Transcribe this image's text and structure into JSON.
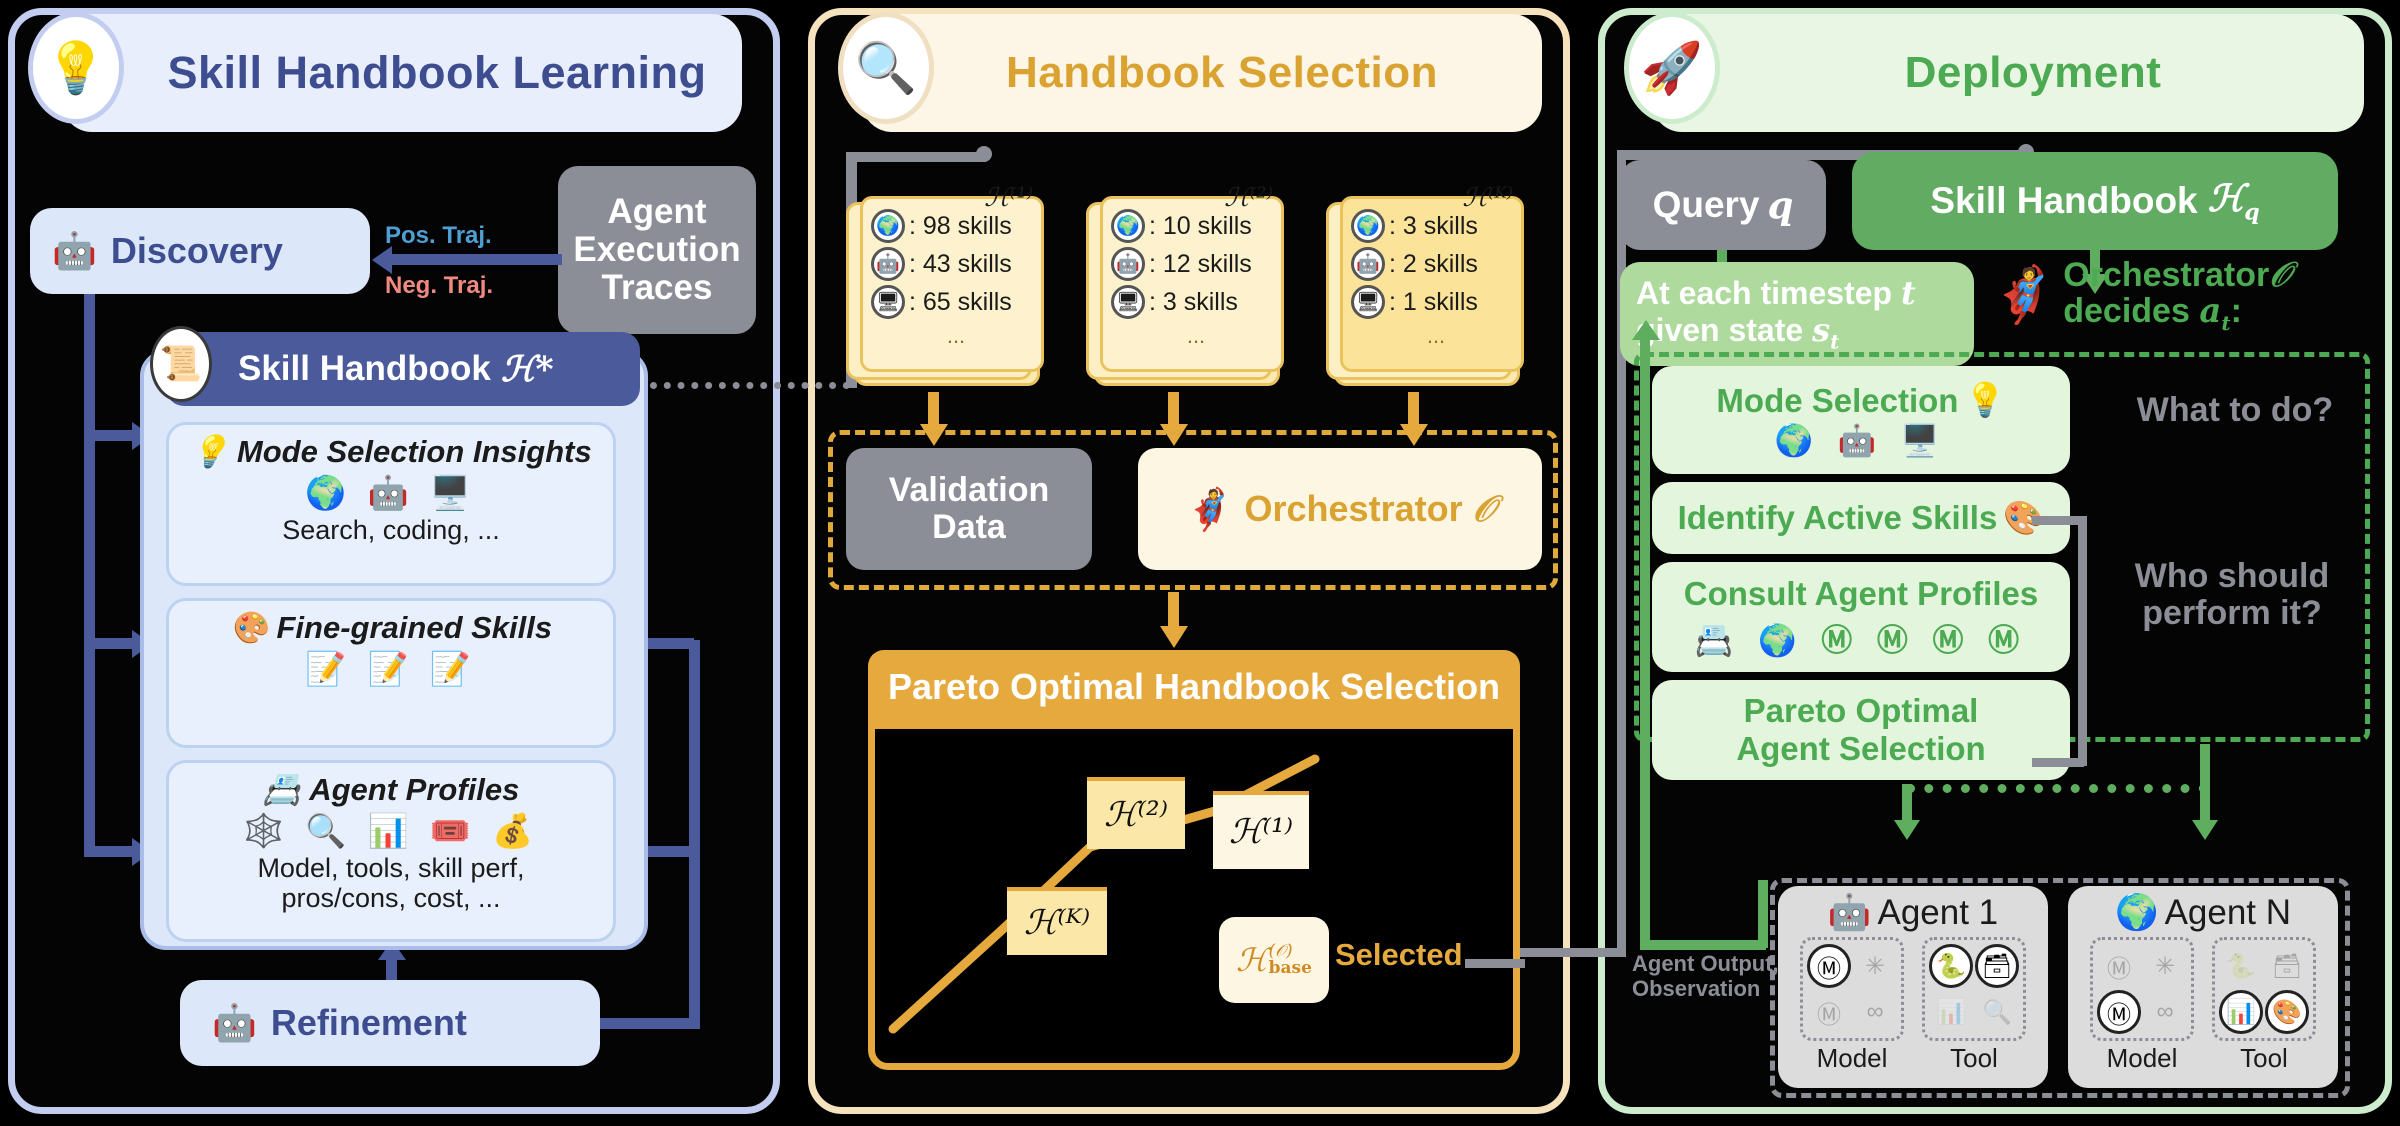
{
  "panels": {
    "learning": {
      "title": "Skill Handbook Learning",
      "badge_icon": "lightbulb-book-icon",
      "accent": "#3d4d8f"
    },
    "selection": {
      "title": "Handbook Selection",
      "badge_icon": "handbook-search-icon",
      "accent": "#d9a231"
    },
    "deployment": {
      "title": "Deployment",
      "badge_icon": "rocket-icon",
      "accent": "#4caa52"
    }
  },
  "learning": {
    "discovery": {
      "label": "Discovery",
      "icon": "robot-icon"
    },
    "refinement": {
      "label": "Refinement",
      "icon": "robot-icon"
    },
    "traces": {
      "label": "Agent\nExecution\nTraces"
    },
    "traj_pos": "Pos. Traj.",
    "traj_neg": "Neg. Traj.",
    "traj_pos_color": "#4e9fd4",
    "traj_neg_color": "#f08a80",
    "handbook": {
      "title": "Skill Handbook",
      "symbol": "ℋ*",
      "badge_icon": "notebook-icon",
      "sections": [
        {
          "title": "Mode Selection Insights",
          "title_icon": "lightbulb-icon",
          "icons": "🌍 🤖 🖥️",
          "caption": "Search, coding, ..."
        },
        {
          "title": "Fine-grained Skills",
          "title_icon": "skills-palette-icon",
          "icons": "📝 📝 📝",
          "caption": ""
        },
        {
          "title": "Agent Profiles",
          "title_icon": "profile-card-icon",
          "icons": "🕸️ 🔍 📊 🎟️ 💰",
          "caption": "Model, tools, skill perf,\npros/cons, cost, ..."
        }
      ]
    }
  },
  "selection": {
    "handbook_stacks": [
      {
        "superscript": "ℋ⁽¹⁾",
        "lines": [
          {
            "icon": "globe-icon",
            "text": ": 98 skills"
          },
          {
            "icon": "robot-icon",
            "text": ": 43 skills"
          },
          {
            "icon": "terminal-icon",
            "text": ": 65 skills"
          }
        ],
        "more": "..."
      },
      {
        "superscript": "ℋ⁽²⁾",
        "lines": [
          {
            "icon": "globe-icon",
            "text": ": 10 skills"
          },
          {
            "icon": "robot-icon",
            "text": ": 12 skills"
          },
          {
            "icon": "terminal-icon",
            "text": ": 3 skills"
          }
        ],
        "more": "..."
      },
      {
        "superscript": "ℋ⁽ᴷ⁾",
        "lines": [
          {
            "icon": "globe-icon",
            "text": ": 3 skills"
          },
          {
            "icon": "robot-icon",
            "text": ": 2 skills"
          },
          {
            "icon": "terminal-icon",
            "text": ": 1 skills"
          }
        ],
        "more": "..."
      }
    ],
    "validation_data": "Validation\nData",
    "orchestrator": {
      "label": "Orchestrator",
      "symbol": "𝒪",
      "icon": "king-npc-icon"
    },
    "pareto": {
      "title": "Pareto Optimal Handbook Selection",
      "nodes": [
        {
          "id": "h1",
          "label": "ℋ⁽¹⁾"
        },
        {
          "id": "h2",
          "label": "ℋ⁽²⁾"
        },
        {
          "id": "hK",
          "label": "ℋ⁽ᴷ⁾"
        },
        {
          "id": "hbase",
          "label": "ℋᵒᵇᵃˢᵉ"
        }
      ],
      "base_main": "ℋ",
      "base_sup": "(𝒪)",
      "base_sub": "base",
      "selected_label": "Selected"
    }
  },
  "deployment": {
    "query": {
      "label": "Query",
      "symbol": "q"
    },
    "skill_handbook": {
      "label": "Skill Handbook",
      "symbol": "ℋ",
      "subscript": "q"
    },
    "timestep": {
      "line1": "At each timestep",
      "sym1": "t",
      "line2": "given state",
      "sym2": "s",
      "sym2_sub": "t"
    },
    "orchestrator_decides": {
      "icon": "king-npc-icon",
      "line1": "Orchestrator",
      "sym1": "𝒪",
      "line2": "decides",
      "sym2": "a",
      "sym2_sub": "t",
      "trailing": ":"
    },
    "steps": [
      {
        "label": "Mode Selection",
        "trailing_icon": "lightbulb-icon",
        "icons": "🌍 🤖 🖥️"
      },
      {
        "label": "Identify Active Skills",
        "trailing_icon": "skills-palette-icon",
        "icons": ""
      },
      {
        "label": "Consult Agent Profiles",
        "trailing_icon": "",
        "icons": "📇 🌍 Ⓜ Ⓜ Ⓜ Ⓜ"
      },
      {
        "label": "Pareto Optimal\nAgent Selection",
        "trailing_icon": "",
        "icons": ""
      }
    ],
    "questions": {
      "what": "What to do?",
      "who": "Who should\nperform it?"
    },
    "agents": [
      {
        "name": "Agent 1",
        "icon": "robot-icon",
        "model_slots": [
          {
            "icon": "Ⓜ",
            "active": true
          },
          {
            "icon": "✳",
            "active": false
          },
          {
            "icon": "Ⓜ",
            "active": false
          },
          {
            "icon": "∞",
            "active": false
          }
        ],
        "tool_slots": [
          {
            "icon": "🐍",
            "active": true
          },
          {
            "icon": "🗃️",
            "active": true
          },
          {
            "icon": "📊",
            "active": false
          },
          {
            "icon": "🔍",
            "active": false
          }
        ],
        "model_label": "Model",
        "tool_label": "Tool"
      },
      {
        "name": "Agent N",
        "icon": "globe-icon",
        "model_slots": [
          {
            "icon": "Ⓜ",
            "active": false
          },
          {
            "icon": "✳",
            "active": false
          },
          {
            "icon": "Ⓜ",
            "active": true
          },
          {
            "icon": "∞",
            "active": false
          }
        ],
        "tool_slots": [
          {
            "icon": "🐍",
            "active": false
          },
          {
            "icon": "🗃️",
            "active": false
          },
          {
            "icon": "📊",
            "active": true
          },
          {
            "icon": "🎨",
            "active": true
          }
        ],
        "model_label": "Model",
        "tool_label": "Tool"
      }
    ],
    "agent_output_label": "Agent Output,\nObservation"
  }
}
